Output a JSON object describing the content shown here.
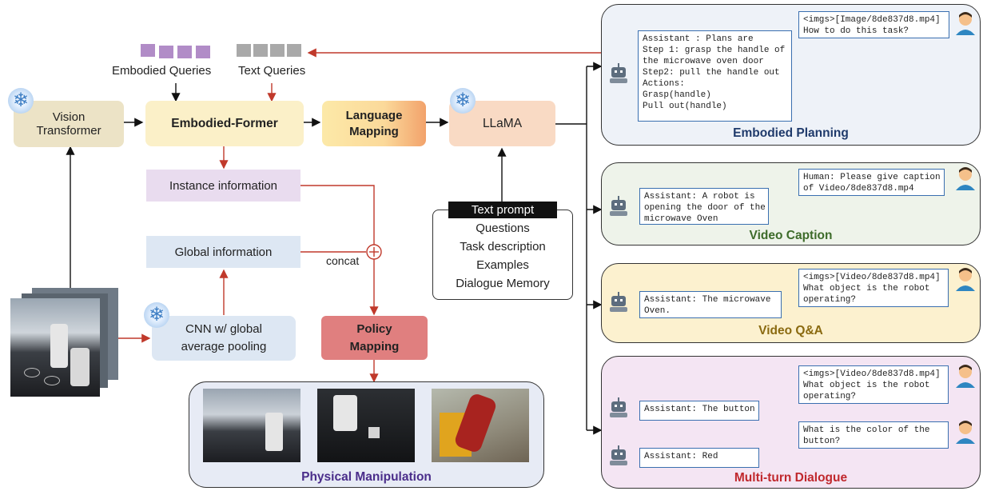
{
  "queries": {
    "embodied_label": "Embodied Queries",
    "text_label": "Text Queries",
    "embodied_color": "#b18cc7",
    "text_color": "#a9a9a9"
  },
  "blocks": {
    "vision_transformer": "Vision\nTransformer",
    "embodied_former": "Embodied-Former",
    "language_mapping": "Language\nMapping",
    "llama": "LLaMA",
    "instance_info": "Instance information",
    "global_info": "Global information",
    "concat": "concat",
    "cnn": "CNN w/ global\naverage pooling",
    "policy_mapping": "Policy\nMapping"
  },
  "prompt": {
    "header": "Text prompt",
    "items": [
      "Questions",
      "Task description",
      "Examples",
      "Dialogue Memory"
    ]
  },
  "physical": {
    "title": "Physical Manipulation"
  },
  "panels": {
    "planning": {
      "title": "Embodied Planning",
      "human": "<imgs>[Image/8de837d8.mp4]\nHow to do this task?",
      "assistant": "Assistant : Plans are\nStep 1: grasp the handle of\nthe microwave oven door\nStep2: pull the handle out\nActions:\nGrasp(handle)\nPull out(handle)"
    },
    "caption": {
      "title": "Video Caption",
      "human": "Human: Please give caption\nof Video/8de837d8.mp4",
      "assistant": "Assistant: A robot is\nopening the door of the\nmicrowave Oven"
    },
    "qa": {
      "title": "Video Q&A",
      "human": "<imgs>[Video/8de837d8.mp4]\nWhat object is the robot\noperating?",
      "assistant": "Assistant: The microwave\nOven."
    },
    "dialogue": {
      "title": "Multi-turn Dialogue",
      "human1": "<imgs>[Video/8de837d8.mp4]\nWhat object is the robot\noperating?",
      "assistant1": "Assistant: The button",
      "human2": "What is the color of the\nbutton?",
      "assistant2": "Assistant: Red"
    }
  }
}
